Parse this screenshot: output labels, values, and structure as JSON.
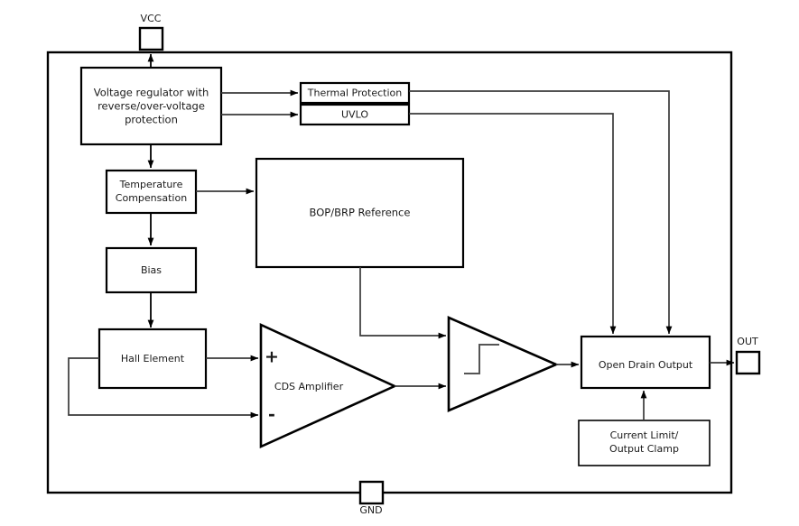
{
  "diagram": {
    "title": "Hall-effect switch functional block diagram",
    "type": "block-diagram",
    "stroke_color": "#000000",
    "wire_color": "#3a3a3a",
    "background": "#ffffff"
  },
  "pins": [
    {
      "name": "vcc-pin",
      "label": "VCC",
      "position": "top"
    },
    {
      "name": "out-pin",
      "label": "OUT",
      "position": "right"
    },
    {
      "name": "gnd-pin",
      "label": "GND",
      "position": "bottom"
    }
  ],
  "blocks": [
    {
      "name": "voltage-regulator-block",
      "lines": [
        "Voltage regulator with",
        "reverse/over-voltage",
        "protection"
      ]
    },
    {
      "name": "thermal-protection-block",
      "lines": [
        "Thermal Protection"
      ]
    },
    {
      "name": "uvlo-block",
      "lines": [
        "UVLO"
      ]
    },
    {
      "name": "temperature-compensation-block",
      "lines": [
        "Temperature",
        "Compensation"
      ]
    },
    {
      "name": "bop-brp-reference-block",
      "lines": [
        "BOP/BRP Reference"
      ]
    },
    {
      "name": "bias-block",
      "lines": [
        "Bias"
      ]
    },
    {
      "name": "hall-element-block",
      "lines": [
        "Hall Element"
      ]
    },
    {
      "name": "cds-amplifier-block",
      "lines": [
        "CDS Amplifier"
      ]
    },
    {
      "name": "schmitt-trigger-block",
      "lines": []
    },
    {
      "name": "open-drain-output-block",
      "lines": [
        "Open Drain Output"
      ]
    },
    {
      "name": "current-limit-output-clamp-block",
      "lines": [
        "Current Limit/",
        "Output Clamp"
      ]
    }
  ],
  "amplifier_inputs": {
    "plus": "+",
    "minus": "-"
  },
  "text": {
    "voltage_regulator_l1": "Voltage regulator with",
    "voltage_regulator_l2": "reverse/over-voltage",
    "voltage_regulator_l3": "protection",
    "thermal_protection": "Thermal Protection",
    "uvlo": "UVLO",
    "temp_comp_l1": "Temperature",
    "temp_comp_l2": "Compensation",
    "bop_brp": "BOP/BRP Reference",
    "bias": "Bias",
    "hall_element": "Hall Element",
    "cds_amplifier": "CDS Amplifier",
    "open_drain_output": "Open Drain Output",
    "current_limit_l1": "Current Limit/",
    "current_limit_l2": "Output Clamp",
    "vcc": "VCC",
    "out": "OUT",
    "gnd": "GND",
    "plus_sign": "+",
    "minus_sign": "-"
  }
}
